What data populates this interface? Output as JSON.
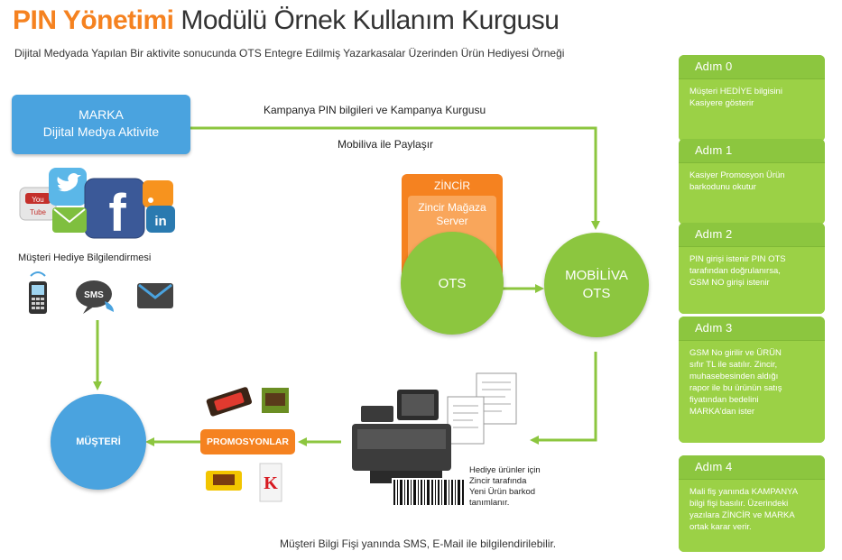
{
  "header": {
    "title_highlight": "PIN Yönetimi",
    "title_rest": "Modülü Örnek Kullanım Kurgusu",
    "subtitle": "Dijital Medyada Yapılan Bir aktivite sonucunda OTS Entegre Edilmiş Yazarkasalar Üzerinden Ürün Hediyesi Örneği"
  },
  "marka": {
    "line1": "MARKA",
    "line2": "Dijital Medya Aktivite"
  },
  "flow_labels": {
    "campaign": "Kampanya PIN bilgileri ve Kampanya Kurgusu",
    "share": "Mobiliva ile Paylaşır",
    "notify": "Müşteri Hediye Bilgilendirmesi",
    "bottom": "Müşteri Bilgi Fişi yanında SMS, E-Mail ile bilgilendirilebilir.",
    "gift_note": [
      "Hediye ürünler için",
      "Zincir tarafında",
      "Yeni Ürün barkod",
      "tanımlanır."
    ]
  },
  "zincir": {
    "title": "ZİNCİR",
    "inner": [
      "Zincir Mağaza",
      "Server"
    ],
    "ots": "OTS"
  },
  "mobiliva": {
    "line1": "MOBİLİVA",
    "line2": "OTS"
  },
  "musteri": "MÜŞTERİ",
  "promosyonlar": "PROMOSYONLAR",
  "sms_label": "SMS",
  "steps": [
    {
      "title": "Adım 0",
      "lines": [
        "Müşteri HEDİYE bilgisini",
        "Kasiyere gösterir"
      ]
    },
    {
      "title": "Adım 1",
      "lines": [
        "Kasiyer Promosyon Ürün",
        "barkodunu okutur"
      ]
    },
    {
      "title": "Adım 2",
      "lines": [
        "PIN girişi istenir PIN OTS",
        "tarafından doğrulanırsa,",
        "GSM NO girişi istenir"
      ]
    },
    {
      "title": "Adım 3",
      "lines": [
        "GSM No girilir ve ÜRÜN",
        "sıfır TL ile satılır. Zincir,",
        "muhasebesinden aldığı",
        "rapor ile bu ürünün satış",
        "fiyatından bedelini",
        "MARKA'dan ister"
      ]
    },
    {
      "title": "Adım 4",
      "lines": [
        "Mali fiş yanında KAMPANYA",
        "bilgi fişi basılır.  Üzerindeki",
        "yazılara ZİNCİR ve MARKA",
        "ortak karar verir."
      ]
    }
  ],
  "social_icons": [
    "youtube-icon",
    "twitter-icon",
    "facebook-icon",
    "linkedin-icon",
    "rss-icon",
    "mail-icon"
  ],
  "colors": {
    "green": "#8cc63f",
    "orange": "#f58220",
    "blue": "#4aa3df",
    "light_orange": "#f9a65b"
  }
}
